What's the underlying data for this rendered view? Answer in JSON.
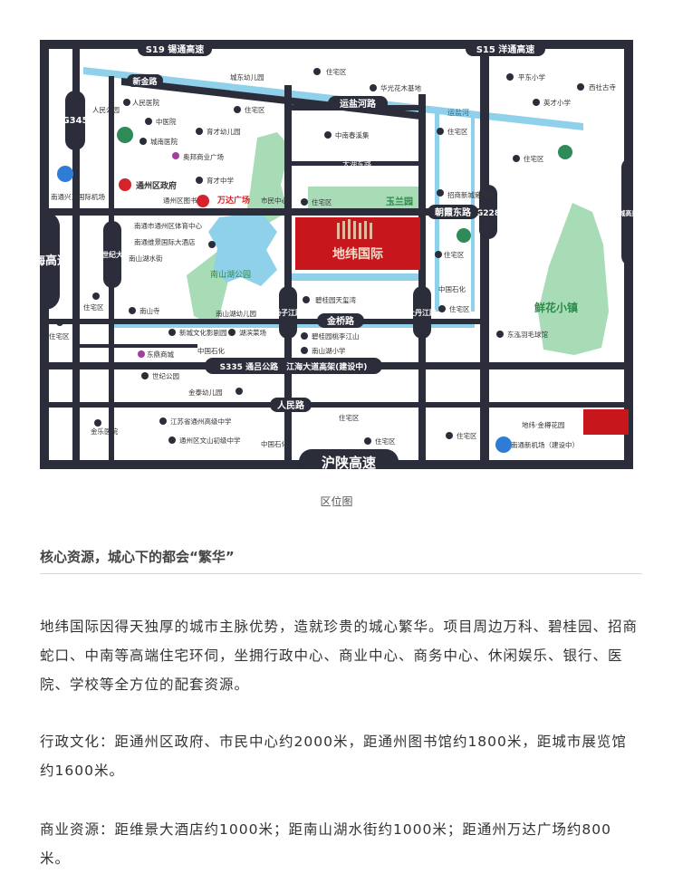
{
  "map": {
    "roads": {
      "s19": "S19 锡通高速",
      "s15": "S15 洋通高速",
      "xinjin": "新金路",
      "yunyan": "运盐河路",
      "g345": "G345",
      "g228": "G228",
      "chaoxia": "朝霞东路",
      "xinshiji": "新世纪大道",
      "yangzi": "扬子江路",
      "mudan": "牡丹江路",
      "jinqiao": "金桥路",
      "s335": "S335 通吕公路　江海大道高架(建设中)",
      "renmin": "人民路",
      "hushan": "沪陕高速",
      "shenhai": "沈海高速",
      "nantong_rao": "南通绕城高速(建设中)",
      "taihu": "太湖东路",
      "yunyanhe": "运盐河"
    },
    "project": {
      "label": "地纬国际"
    },
    "pois": {
      "chengdong_kindergarten": "城东幼儿园",
      "huaguang": "华光花木基地",
      "pingdong_primary": "平东小学",
      "xiyu_temple": "西社古寺",
      "yingcai_primary": "英才小学",
      "people_park": "人民公园",
      "people_hospital": "人民医院",
      "chinese_hospital": "中医院",
      "chengnan_hospital": "城南医院",
      "yucai_kindergarten": "育才幼儿园",
      "aofu_plaza": "奥邦商业广场",
      "yucai_middle": "育才中学",
      "district_gov": "通州区政府",
      "district_library": "通州区图书馆",
      "wanda": "万达广场",
      "shimin_center": "市民中心",
      "zhongnan": "中南春溪集",
      "zhaoshang": "招商新城雍景湾",
      "yulan_park": "玉兰园",
      "xianhua_town": "鲜花小镇",
      "sports_center": "南通市通州区体育中心",
      "weijing_hotel": "南通维景国际大酒店",
      "nanshan_street": "南山湖水街",
      "nanshan_park": "南山湖公园",
      "nanshan_temple": "南山寺",
      "nanshan_kindergarten": "南山湖幼儿园",
      "biguiyuan_tianji": "碧桂园天玺湾",
      "biguiyuan_jiangshan": "碧桂园桃李江山",
      "nanshan_primary": "南山湖小学",
      "xincheng_theater": "新城文化影剧园",
      "binhu_market": "湖滨菜场",
      "dongxin_mall": "东鼎商城",
      "sinopec": "中国石化",
      "century_park": "世纪公园",
      "jintai_kindergarten": "金泰幼儿园",
      "jiangsu_high": "江苏省通州高级中学",
      "wenshan_junior": "通州区文山初级中学",
      "golf": "东泓羽毛球馆",
      "jinle_hospital": "金乐医院",
      "airport_east": "南通兴东国际机场",
      "airport_new": "南通新机场（建设中）",
      "diwei_garden": "地纬·金樽花园",
      "zhuzhai": "住宅区"
    }
  },
  "caption": "区位图",
  "article": {
    "heading": "核心资源，城心下的都会“繁华”",
    "p1": "地纬国际因得天独厚的城市主脉优势，造就珍贵的城心繁华。项目周边万科、碧桂园、招商蛇口、中南等高端住宅环伺，坐拥行政中心、商业中心、商务中心、休闲娱乐、银行、医院、学校等全方位的配套资源。",
    "p2": "行政文化：距通州区政府、市民中心约2000米，距通州图书馆约1800米，距城市展览馆约1600米。",
    "p3": "商业资源：距维景大酒店约1000米；距南山湖水街约1000米；距通州万达广场约800米。"
  },
  "colors": {
    "road": "#2b2d3a",
    "river": "#8fd0ea",
    "green": "#a7dcb6",
    "project_red": "#c8161d",
    "accent": "#d4232a"
  }
}
